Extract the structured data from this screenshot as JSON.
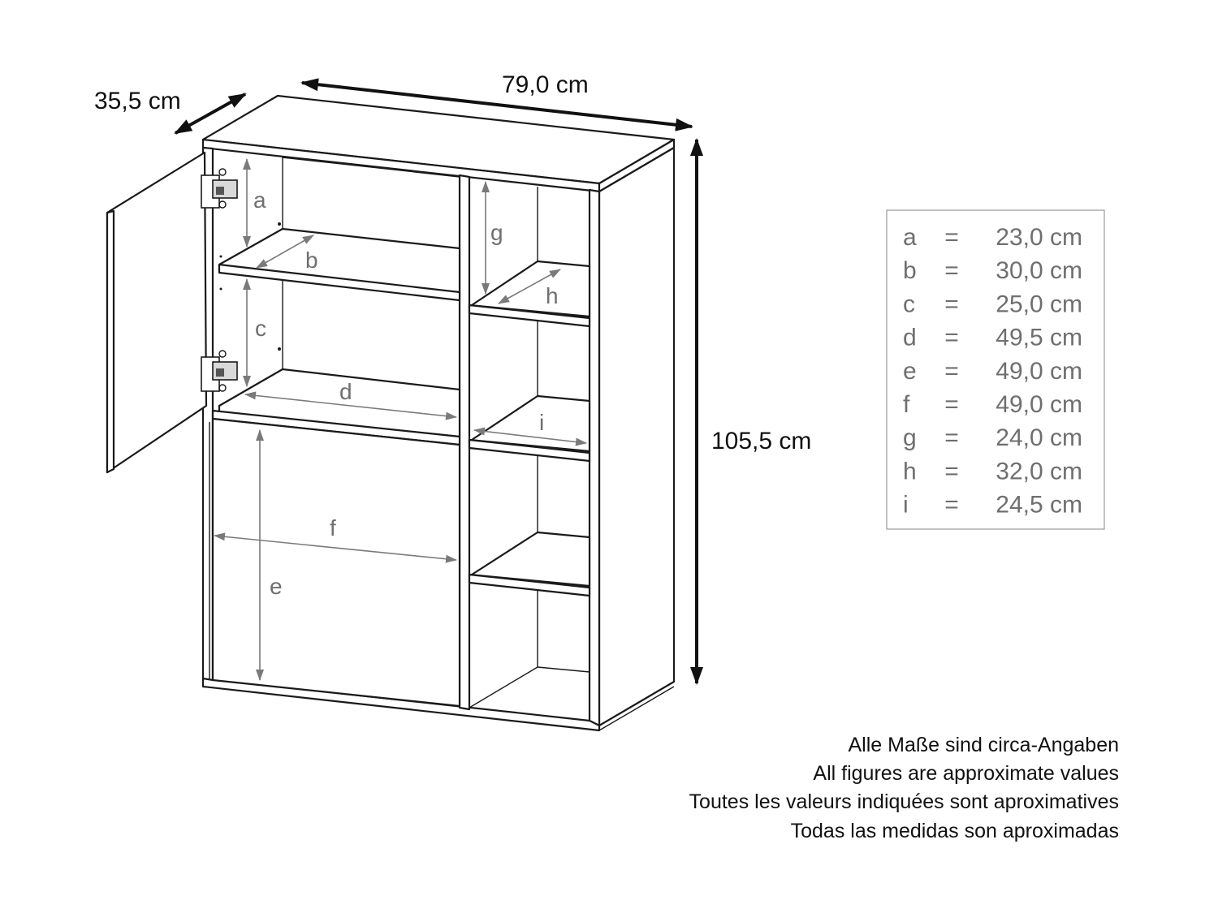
{
  "overall": {
    "depth": "35,5 cm",
    "width": "79,0 cm",
    "height": "105,5 cm"
  },
  "labels": [
    "a",
    "b",
    "c",
    "d",
    "e",
    "f",
    "g",
    "h",
    "i"
  ],
  "legend": [
    {
      "key": "a",
      "eq": "=",
      "value": "23,0 cm"
    },
    {
      "key": "b",
      "eq": "=",
      "value": "30,0 cm"
    },
    {
      "key": "c",
      "eq": "=",
      "value": "25,0 cm"
    },
    {
      "key": "d",
      "eq": "=",
      "value": "49,5 cm"
    },
    {
      "key": "e",
      "eq": "=",
      "value": "49,0 cm"
    },
    {
      "key": "f",
      "eq": "=",
      "value": "49,0 cm"
    },
    {
      "key": "g",
      "eq": "=",
      "value": "24,0 cm"
    },
    {
      "key": "h",
      "eq": "=",
      "value": "32,0 cm"
    },
    {
      "key": "i",
      "eq": "=",
      "value": "24,5 cm"
    }
  ],
  "notes": [
    "Alle Maße sind circa-Angaben",
    "All figures are approximate values",
    "Toutes les valeurs indiquées sont aproximatives",
    "Todas las medidas son aproximadas"
  ],
  "colors": {
    "line": "#1a1a1a",
    "dimension": "#7a7a7a",
    "legend_text": "#6f6f6f",
    "text": "#111111"
  }
}
